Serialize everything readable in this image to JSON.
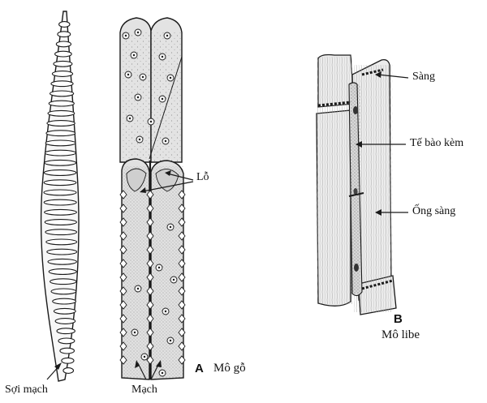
{
  "panel_a": {
    "letter": "A",
    "caption": "Mô gỗ",
    "labels": {
      "fiber": "Sợi mạch",
      "vessel": "Mạch",
      "pit": "Lỗ"
    }
  },
  "panel_b": {
    "letter": "B",
    "caption": "Mô libe",
    "labels": {
      "sieve_plate": "Sàng",
      "companion_cell": "Tế bào kèm",
      "sieve_tube": "Ống sàng"
    }
  },
  "colors": {
    "ink": "#1a1a1a",
    "tissue_fill": "#e3e3e3",
    "phloem_fill": "#ececec"
  }
}
